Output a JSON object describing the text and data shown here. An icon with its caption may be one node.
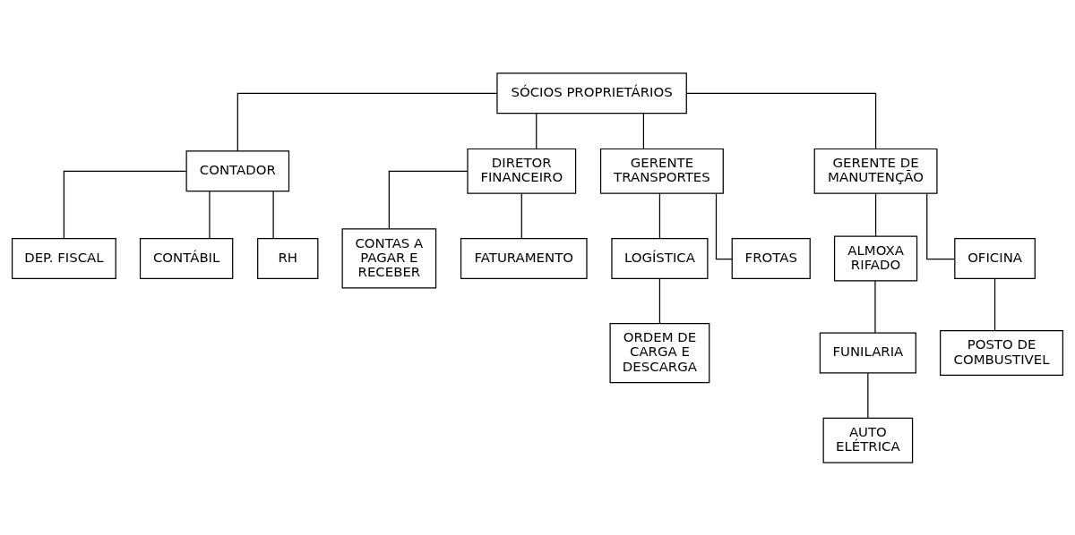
{
  "diagram": {
    "nodes": [
      {
        "text": [
          "SÓCIOS PROPRIETÁRIOS"
        ]
      },
      {
        "text": [
          "CONTADOR"
        ]
      },
      {
        "text": [
          "DIRETOR FINANCEIRO"
        ]
      },
      {
        "text": [
          "GERENTE TRANSPORTES"
        ]
      },
      {
        "text": [
          "GERENTE DE MANUTENÇÃO"
        ]
      },
      {
        "text": [
          "DEP. FISCAL"
        ]
      },
      {
        "text": [
          "CONTÁBIL"
        ]
      },
      {
        "text": [
          "RH"
        ]
      },
      {
        "text": [
          "CONTAS A PAGAR E RECEBER"
        ]
      },
      {
        "text": [
          "FATURAMENTO"
        ]
      },
      {
        "text": [
          "LOGÍSTICA"
        ]
      },
      {
        "text": [
          "FROTAS"
        ]
      },
      {
        "text": [
          "ALMOXA RIFADO"
        ]
      },
      {
        "text": [
          "OFICINA"
        ]
      },
      {
        "text": [
          "ORDEM DE CARGA E DESCARGA"
        ]
      },
      {
        "text": [
          "FUNILARIA"
        ]
      },
      {
        "text": [
          "POSTO DE COMBUSTIVEL"
        ]
      },
      {
        "text": [
          "AUTO ELÉTRICA"
        ]
      }
    ],
    "edges": [
      {
        "from": 0,
        "to": 1,
        "arrow": "none"
      },
      {
        "from": 0,
        "to": 2,
        "arrow": "none"
      },
      {
        "from": 0,
        "to": 3,
        "arrow": "none"
      },
      {
        "from": 0,
        "to": 4,
        "arrow": "none"
      },
      {
        "from": 1,
        "to": 5,
        "arrow": "none"
      },
      {
        "from": 1,
        "to": 6,
        "arrow": "none"
      },
      {
        "from": 1,
        "to": 7,
        "arrow": "none"
      },
      {
        "from": 2,
        "to": 8,
        "arrow": "none"
      },
      {
        "from": 2,
        "to": 9,
        "arrow": "none"
      },
      {
        "from": 3,
        "to": 10,
        "arrow": "none"
      },
      {
        "from": 3,
        "to": 11,
        "arrow": "none"
      },
      {
        "from": 4,
        "to": 12,
        "arrow": "none"
      },
      {
        "from": 4,
        "to": 13,
        "arrow": "none"
      },
      {
        "from": 10,
        "to": 14,
        "arrow": "none"
      },
      {
        "from": 12,
        "to": 15,
        "arrow": "none"
      },
      {
        "from": 13,
        "to": 16,
        "arrow": "none"
      },
      {
        "from": 15,
        "to": 17,
        "arrow": "none"
      }
    ]
  }
}
